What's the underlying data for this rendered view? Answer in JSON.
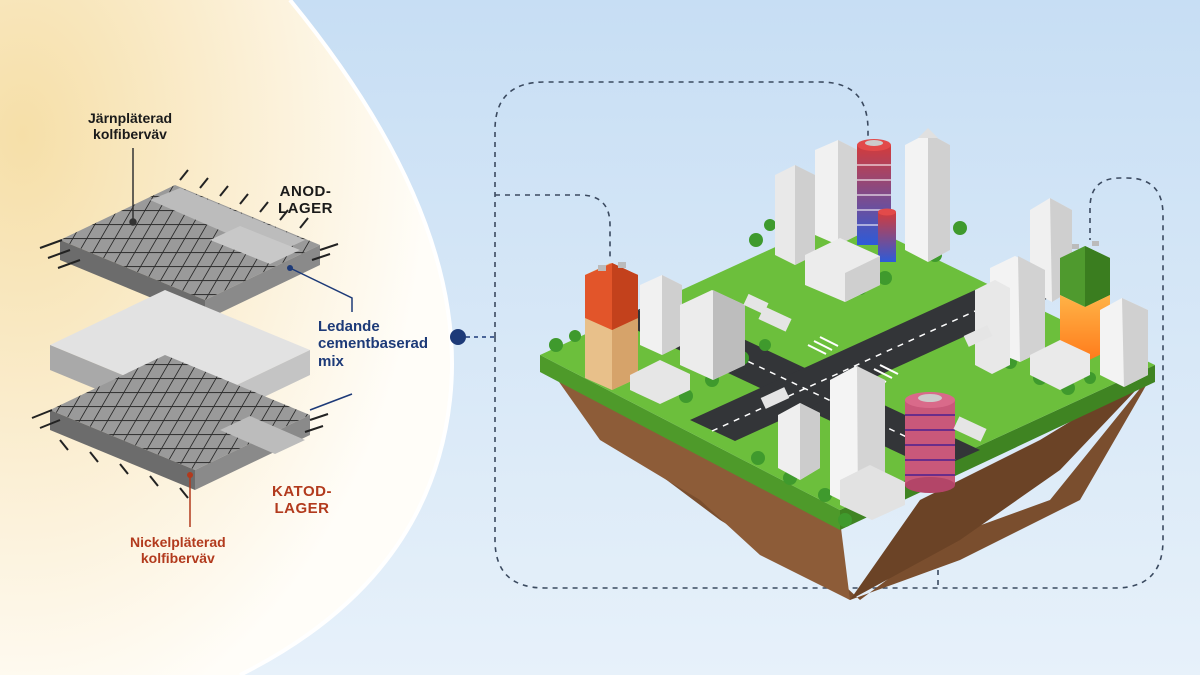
{
  "labels": {
    "anode_mesh": [
      "Järnpläterad",
      "kolfiberväv"
    ],
    "anode_layer": [
      "ANOD-",
      "LAGER"
    ],
    "conductive_mix": [
      "Ledande",
      "cementbaserad",
      "mix"
    ],
    "cathode_layer": [
      "KATOD-",
      "LAGER"
    ],
    "cathode_mesh": [
      "Nickelpläterad",
      "kolfiberväv"
    ]
  },
  "colors": {
    "sky": "#cfe4f6",
    "cream": "#fdf6e6",
    "label_dark": "#1a1a1a",
    "label_blue": "#1d3a78",
    "label_red": "#b23a1d",
    "grass": "#6cbf3c",
    "soil": "#8a5a37",
    "road": "#333538"
  }
}
